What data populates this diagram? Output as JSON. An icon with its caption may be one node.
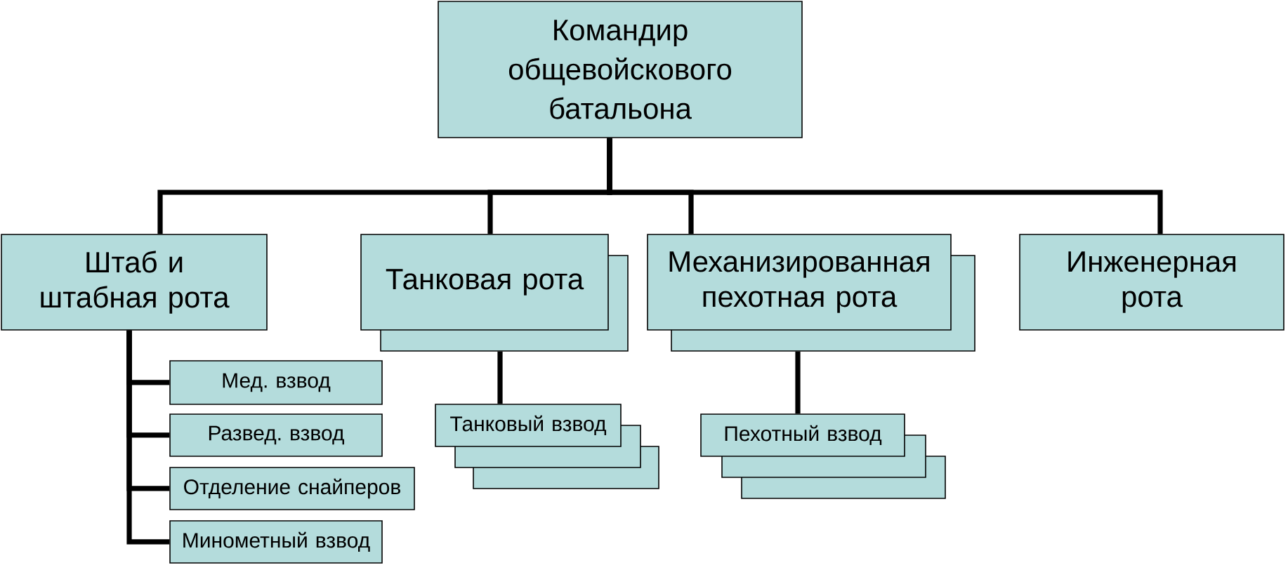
{
  "diagram": {
    "nodes": [
      {
        "text": [
          "Командир общевойскового батальона"
        ]
      },
      {
        "text": [
          "Штаб и штабная рота"
        ]
      },
      {
        "text": [
          "Танковая рота"
        ]
      },
      {
        "text": [
          "Механизированная пехотная рота"
        ]
      },
      {
        "text": [
          "Инженерная рота"
        ]
      },
      {
        "text": [
          "Мед. взвод"
        ]
      },
      {
        "text": [
          "Развед. взвод"
        ]
      },
      {
        "text": [
          "Отделение снайперов"
        ]
      },
      {
        "text": [
          "Минометный взвод"
        ]
      },
      {
        "text": [
          "Танковый взвод"
        ]
      },
      {
        "text": [
          "Пехотный взвод"
        ]
      }
    ],
    "edges": [
      {
        "from": 0,
        "to": 1,
        "arrow": "none"
      },
      {
        "from": 0,
        "to": 2,
        "arrow": "none"
      },
      {
        "from": 0,
        "to": 3,
        "arrow": "none"
      },
      {
        "from": 0,
        "to": 4,
        "arrow": "none"
      },
      {
        "from": 1,
        "to": 5,
        "arrow": "none"
      },
      {
        "from": 1,
        "to": 6,
        "arrow": "none"
      },
      {
        "from": 1,
        "to": 7,
        "arrow": "none"
      },
      {
        "from": 1,
        "to": 8,
        "arrow": "none"
      },
      {
        "from": 2,
        "to": 9,
        "arrow": "none"
      },
      {
        "from": 3,
        "to": 10,
        "arrow": "none"
      }
    ]
  }
}
